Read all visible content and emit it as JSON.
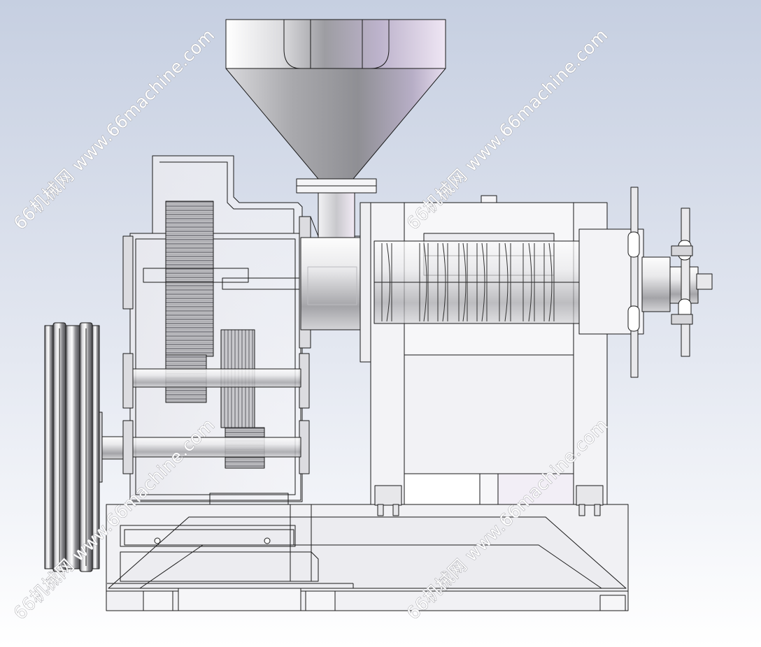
{
  "watermarks": [
    {
      "text": "66机械网 www.66machine.com"
    },
    {
      "text": "66机械网 www.66machine.com"
    },
    {
      "text": "66机械网 www.66machine.com"
    },
    {
      "text": "66机械网 www.66machine.com"
    }
  ],
  "colors": {
    "background_top": "#c9d2e3",
    "background_bottom": "#ffffff",
    "steel_light": "#f4f4f6",
    "steel_dark": "#7d7d82",
    "hopper_tint": "#cfc6dc",
    "outline": "#1a1a1a"
  }
}
